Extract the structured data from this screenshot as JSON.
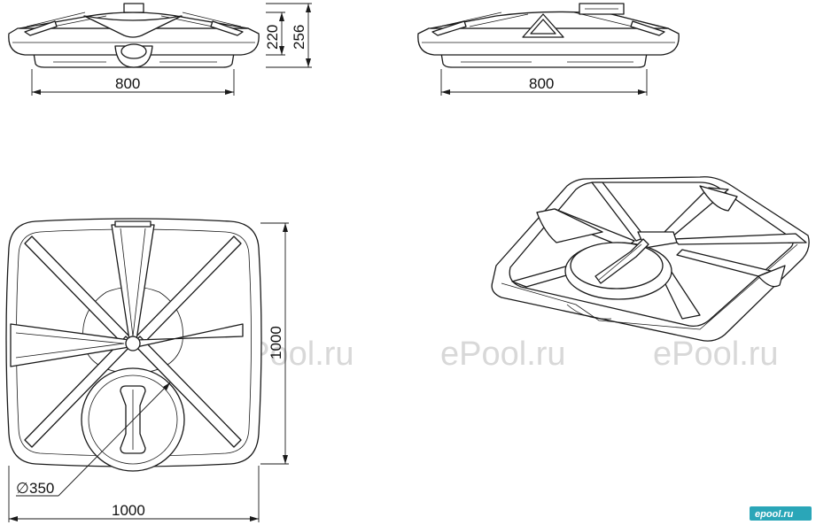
{
  "dimensions": {
    "front_width": "800",
    "front_height_lid": "220",
    "front_height_total": "256",
    "side_width": "800",
    "plan_width": "1000",
    "plan_depth": "1000",
    "hatch_diameter": "350",
    "diameter_symbol": "∅"
  },
  "watermark": {
    "text": "ePool.ru"
  },
  "logo": {
    "text": "epool.ru",
    "color": "#2aa6b8"
  }
}
